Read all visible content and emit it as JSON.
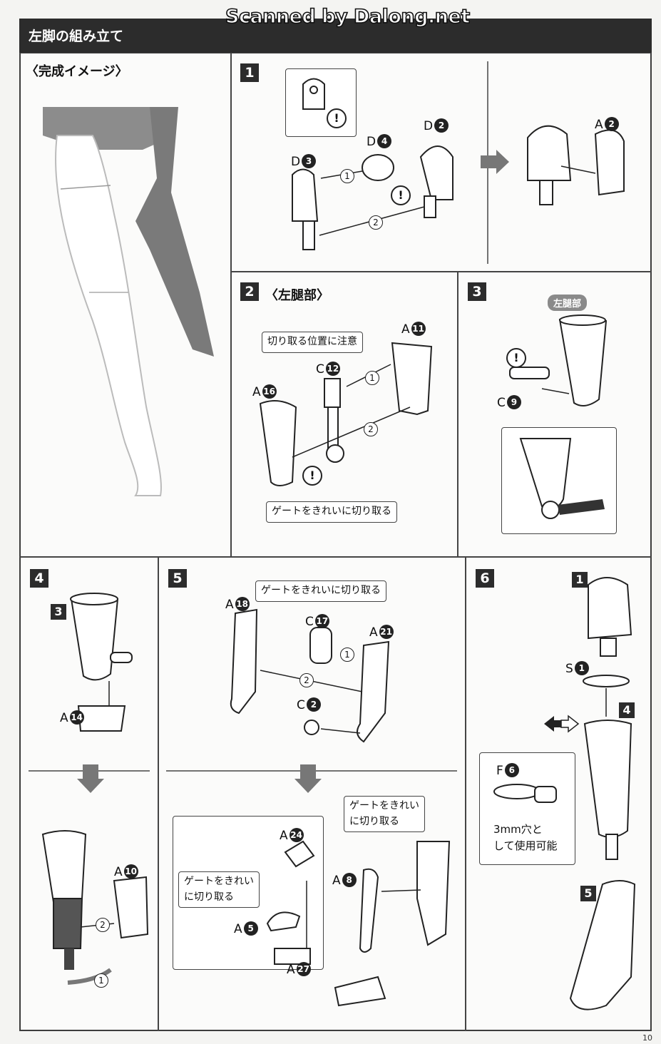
{
  "watermark": "Scanned by Dalong.net",
  "header": {
    "title": "左脚の組み立て"
  },
  "preview": {
    "heading": "〈完成イメージ〉"
  },
  "steps": {
    "s1": {
      "num": "1",
      "d3": "D",
      "d3n": "3",
      "d4": "D",
      "d4n": "4",
      "d2": "D",
      "d2n": "2",
      "a2": "A",
      "a2n": "2",
      "c1": "1",
      "c2": "2"
    },
    "s2": {
      "num": "2",
      "title": "〈左腿部〉",
      "note_top": "切り取る位置に注意",
      "note_bottom": "ゲートをきれいに切り取る",
      "c12": "C",
      "c12n": "12",
      "a11": "A",
      "a11n": "11",
      "a16": "A",
      "a16n": "16",
      "c1": "1",
      "c2": "2"
    },
    "s3": {
      "num": "3",
      "tag": "左腿部",
      "c9": "C",
      "c9n": "9"
    },
    "s4": {
      "num": "4",
      "sub": "3",
      "a14": "A",
      "a14n": "14",
      "a10": "A",
      "a10n": "10",
      "c1": "1",
      "c2": "2"
    },
    "s5": {
      "num": "5",
      "note_top": "ゲートをきれいに切り取る",
      "note_mid": "ゲートをきれい\nに切り取る",
      "note_left": "ゲートをきれい\nに切り取る",
      "a18": "A",
      "a18n": "18",
      "c17": "C",
      "c17n": "17",
      "a21": "A",
      "a21n": "21",
      "c2": "C",
      "c2n": "2",
      "a24": "A",
      "a24n": "24",
      "a5": "A",
      "a5n": "5",
      "a27": "A",
      "a27n": "27",
      "a8": "A",
      "a8n": "8",
      "k1": "1",
      "k2": "2"
    },
    "s6": {
      "num": "6",
      "sub1": "1",
      "sub4": "4",
      "sub5": "5",
      "s1": "S",
      "s1n": "1",
      "f6": "F",
      "f6n": "6",
      "note": "3mm穴と\nして使用可能"
    }
  },
  "page_number": "10"
}
